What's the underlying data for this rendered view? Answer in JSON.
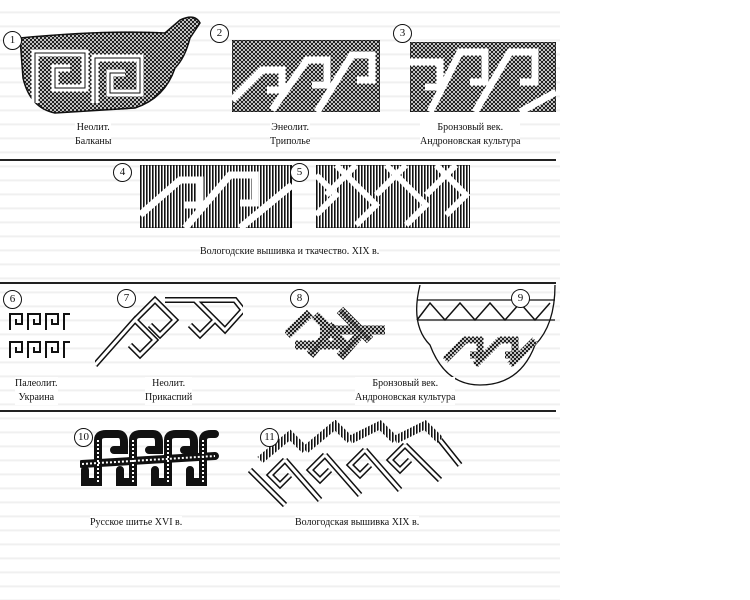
{
  "figures": [
    {
      "number": "1",
      "caption": [
        "Неолит.",
        "Балканы"
      ]
    },
    {
      "number": "2",
      "caption": [
        "Энеолит.",
        "Триполье"
      ]
    },
    {
      "number": "3",
      "caption": [
        "Бронзовый век.",
        "Андроновская культура"
      ]
    },
    {
      "number": "4"
    },
    {
      "number": "5"
    },
    {
      "number": "6",
      "caption": [
        "Палеолит.",
        "Украина"
      ]
    },
    {
      "number": "7",
      "caption": [
        "Неолит.",
        "Прикаспий"
      ]
    },
    {
      "number": "8"
    },
    {
      "number": "9",
      "caption": [
        "Бронзовый век.",
        "Андроновская культура"
      ]
    },
    {
      "number": "10",
      "caption": [
        "Русское шитье XVI в."
      ]
    },
    {
      "number": "11",
      "caption": [
        "Вологодская вышивка XIX в."
      ]
    }
  ],
  "row2_caption": "Вологодские вышивка и ткачество. XIX в."
}
